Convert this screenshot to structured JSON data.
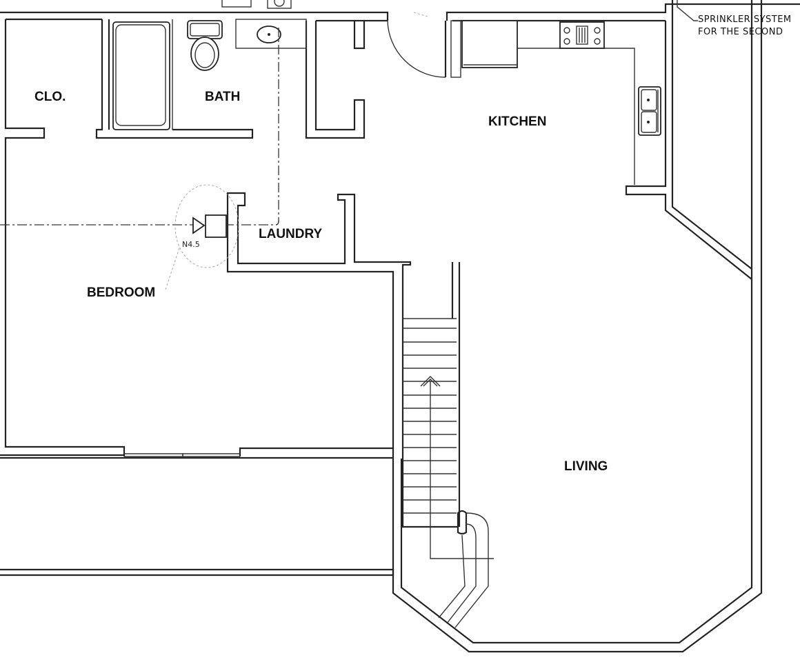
{
  "rooms": {
    "closet": "CLO.",
    "bath": "BATH",
    "kitchen": "KITCHEN",
    "laundry": "LAUNDRY",
    "bedroom": "BEDROOM",
    "living": "LIVING"
  },
  "notes": {
    "sprinkler_line1": "SPRINKLER SYSTEM",
    "sprinkler_line2": "FOR THE SECOND"
  },
  "tags": {
    "riser": "N4.5"
  },
  "icons": {
    "toilet": "toilet-icon",
    "sink": "sink-icon",
    "stove": "stove-icon",
    "kitchen_sink": "double-sink-icon",
    "valve": "valve-icon",
    "stair_arrow": "up-arrow-icon"
  }
}
